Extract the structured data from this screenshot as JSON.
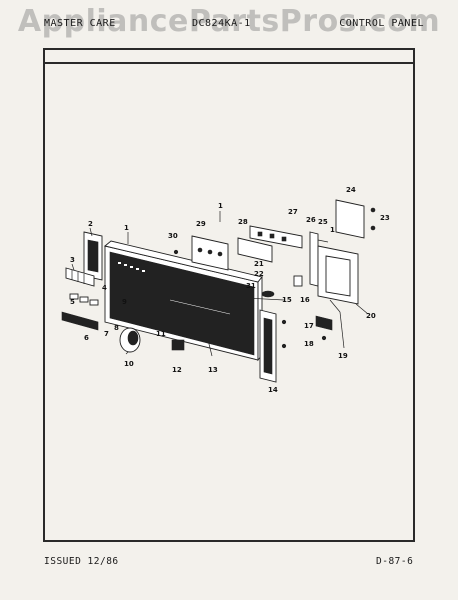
{
  "header": {
    "left": "MASTER CARE",
    "middle": "DC824KA-1",
    "right": "CONTROL PANEL"
  },
  "watermark": "AppliancePartsPros.com",
  "footer": {
    "issued": "ISSUED 12/86",
    "page_code": "D-87-6"
  },
  "callouts": [
    "1",
    "2",
    "3",
    "4",
    "5",
    "6",
    "7",
    "8",
    "9",
    "10",
    "11",
    "12",
    "13",
    "14",
    "15",
    "16",
    "17",
    "18",
    "19",
    "20",
    "21",
    "22",
    "23",
    "24",
    "25",
    "26",
    "27",
    "28",
    "29",
    "30",
    "31",
    "1",
    "1"
  ]
}
